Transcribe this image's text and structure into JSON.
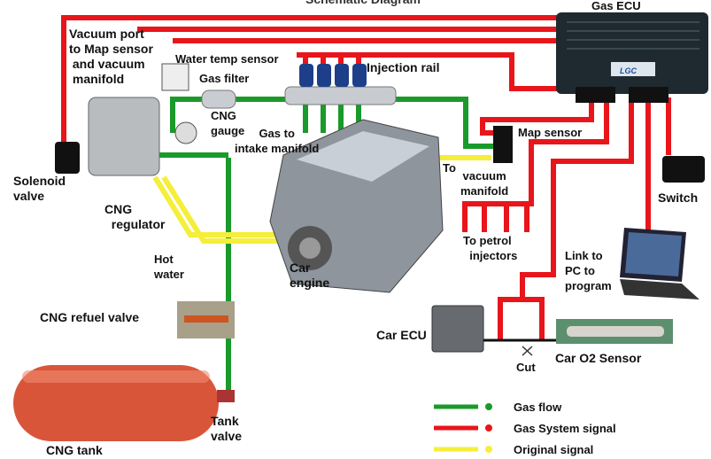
{
  "title_fragment": "Schematic Diagram",
  "labels": {
    "gas_ecu": "Gas ECU",
    "ecu_logo": "LGC",
    "vacuum_port": "Vacuum port\nto Map sensor\n and vacuum\n manifold",
    "water_temp_sensor": "Water temp sensor",
    "injection_rail": "Injection rail",
    "gas_filter": "Gas filter",
    "cng_gauge": "CNG\ngauge",
    "gas_to_intake": "Gas to\nintake manifold",
    "map_sensor": "Map sensor",
    "to_vacuum_manifold_to": "To",
    "to_vacuum_manifold": "vacuum\nmanifold",
    "solenoid_valve": "Solenoid\nvalve",
    "cng_regulator": "CNG\n  regulator",
    "hot_water": "Hot\nwater",
    "car_engine": "Car\nengine",
    "switch": "Switch",
    "to_petrol_injectors": "To petrol\n  injectors",
    "link_to_pc": "Link to\nPC to\nprogram",
    "cng_refuel_valve": "CNG refuel valve",
    "car_ecu": "Car ECU",
    "cut": "Cut",
    "car_o2_sensor": "Car O2 Sensor",
    "tank_valve": "Tank\nvalve",
    "cng_tank": "CNG tank"
  },
  "legend": [
    {
      "label": "Gas flow",
      "color": "#1a9a2a"
    },
    {
      "label": "Gas System signal",
      "color": "#e8151b"
    },
    {
      "label": "Original signal",
      "color": "#f5ee3a"
    }
  ],
  "colors": {
    "gas": "#1a9a2a",
    "signal": "#e8151b",
    "original": "#f5ee3a"
  }
}
